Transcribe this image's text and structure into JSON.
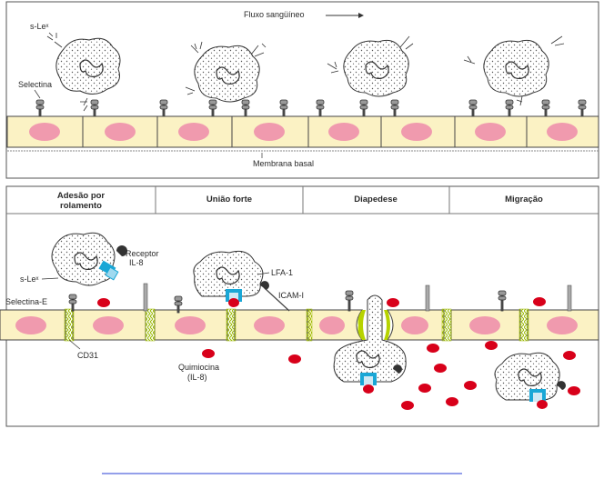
{
  "top_panel": {
    "flow_label": "Fluxo sangüíneo",
    "sle_label": "s-Leˣ",
    "selectin_label": "Selectina",
    "membrane_label": "Membrana basal"
  },
  "bottom_panel": {
    "headers": [
      {
        "label_line1": "Adesão por",
        "label_line2": "rolamento"
      },
      {
        "label_line1": "União forte",
        "label_line2": ""
      },
      {
        "label_line1": "Diapedese",
        "label_line2": ""
      },
      {
        "label_line1": "Migração",
        "label_line2": ""
      }
    ],
    "labels": {
      "receptor_line1": "Receptor",
      "receptor_line2": "IL-8",
      "sle": "s-Leˣ",
      "selectin_e": "Selectina-E",
      "lfa": "LFA-1",
      "icam": "ICAM-I",
      "cd31": "CD31",
      "chemokine_line1": "Quimiocina",
      "chemokine_line2": "(IL-8)"
    }
  },
  "colors": {
    "cell_fill": "#fbf2c4",
    "nucleus": "#f09aae",
    "chemokine": "#d8001a",
    "receptor": "#1aa7d6",
    "cd31": "#b7d300",
    "outline": "#333333"
  }
}
